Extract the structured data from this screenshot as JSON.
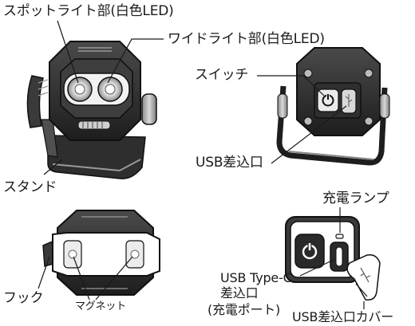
{
  "labels": {
    "spotlight": "スポットライト部(白色LED)",
    "widelight": "ワイドライト部(白色LED)",
    "switch": "スイッチ",
    "usb_port": "USB差込口",
    "stand": "スタンド",
    "charge_lamp": "充電ランプ",
    "hook": "フック",
    "magnet": "マグネット",
    "usb_typec_1": "USB Type-C",
    "usb_typec_2": "差込口",
    "usb_typec_3": "(充電ポート)",
    "usb_cover": "USB差込口カバー"
  },
  "colors": {
    "ink": "#1a1a1a",
    "dark": "#2a2a2a",
    "mid": "#5a5a5a",
    "light": "#bdbdbd",
    "pale": "#e6e6e6",
    "white": "#ffffff"
  },
  "icons": [
    "power-icon",
    "usb-icon"
  ]
}
